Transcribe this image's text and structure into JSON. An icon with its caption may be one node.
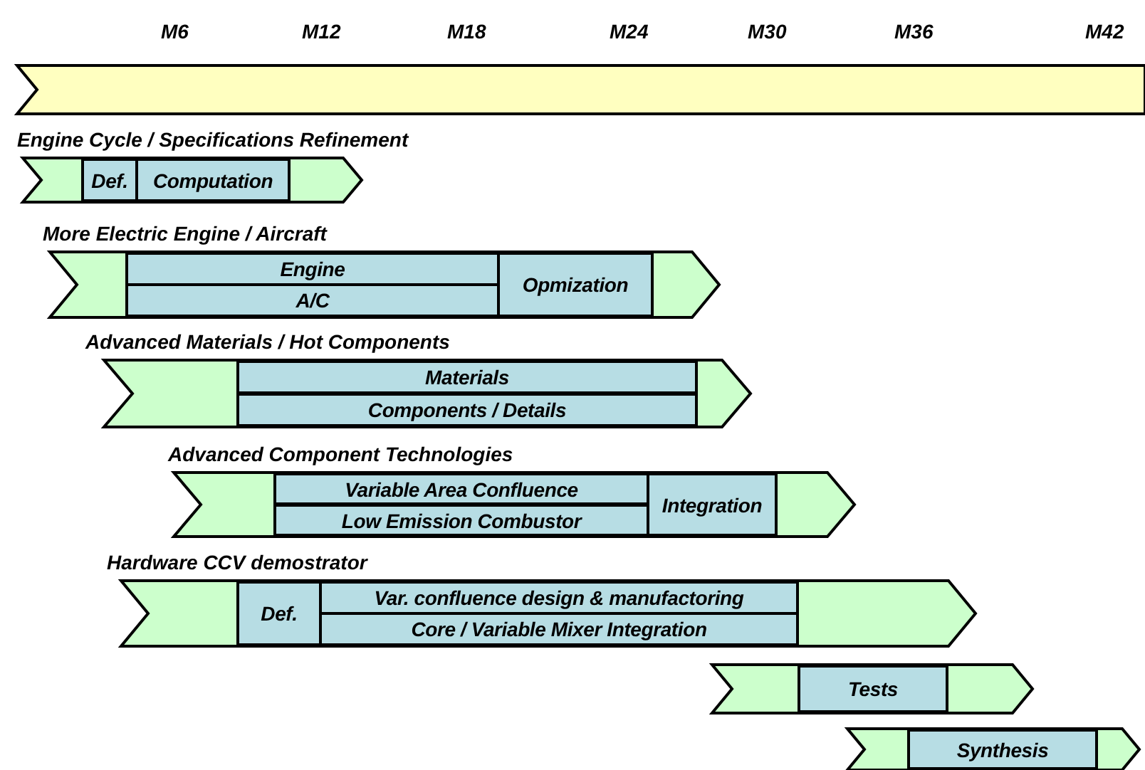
{
  "diagram": {
    "nodes": [
      {
        "text": [],
        "shape": "bar"
      },
      {
        "text": [
          "Engine Cycle / Specifications Refinement"
        ]
      },
      {
        "text": [
          "Def."
        ],
        "in": 1
      },
      {
        "text": [
          "Computation"
        ],
        "in": 1
      },
      {
        "text": [
          "More Electric Engine / Aircraft"
        ]
      },
      {
        "text": [
          "Engine"
        ],
        "in": 4
      },
      {
        "text": [
          "A/C"
        ],
        "in": 4
      },
      {
        "text": [
          "Opmization"
        ],
        "in": 4
      },
      {
        "text": [
          "Advanced Materials / Hot Components"
        ]
      },
      {
        "text": [
          "Materials"
        ],
        "in": 8
      },
      {
        "text": [
          "Components / Details"
        ],
        "in": 8
      },
      {
        "text": [
          "Advanced Component Technologies"
        ]
      },
      {
        "text": [
          "Variable Area Confluence"
        ],
        "in": 11
      },
      {
        "text": [
          "Low Emission Combustor"
        ],
        "in": 11
      },
      {
        "text": [
          "Integration"
        ],
        "in": 11
      },
      {
        "text": [
          "Hardware CCV demostrator"
        ]
      },
      {
        "text": [
          "Def."
        ],
        "in": 15
      },
      {
        "text": [
          "Var. confluence design & manufactoring"
        ],
        "in": 15
      },
      {
        "text": [
          "Core / Variable Mixer Integration"
        ],
        "in": 15
      },
      {
        "text": [],
        "shape": "bar"
      },
      {
        "text": [
          "Tests"
        ],
        "in": 19
      },
      {
        "text": [],
        "shape": "bar"
      },
      {
        "text": [
          "Synthesis"
        ],
        "in": 21
      }
    ],
    "edges": [],
    "labels": [
      "M6",
      "M12",
      "M18",
      "M24",
      "M30",
      "M36",
      "M42"
    ]
  }
}
